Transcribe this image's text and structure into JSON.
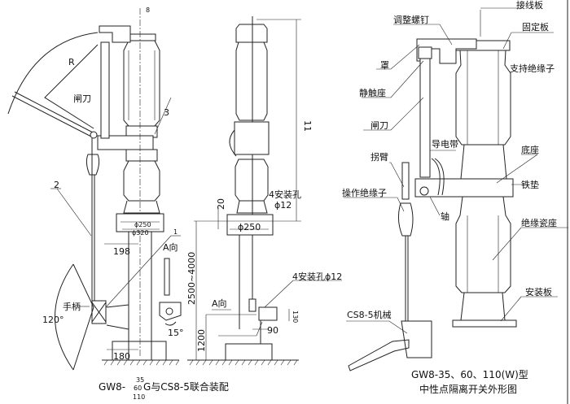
{
  "left_figure": {
    "labels": {
      "R": "R",
      "knife": "闸刀",
      "part3": "3",
      "part2": "2",
      "part1": "1",
      "handle": "手柄",
      "angle120": "120°",
      "angle15": "15°",
      "view_a": "A向",
      "dia250": "ϕ250",
      "dia320": "ϕ320",
      "dim198": "198",
      "dim180": "180"
    },
    "caption_main": "GW8-",
    "caption_top": "35",
    "caption_mid": "60",
    "caption_bottom": "110",
    "caption_rest": "G与CS8-5联合装配"
  },
  "middle_figure": {
    "labels": {
      "dim11": "11",
      "holes_top": "4安装孔",
      "holes_top_dia": "ϕ12",
      "dim20": "20",
      "dia250": "ϕ250",
      "height_range": "2500~4000",
      "holes_bottom": "4安装孔ϕ12",
      "view_a": "A向",
      "dim90": "90",
      "dim130": "130",
      "dim1200": "1200",
      "dim8": "8"
    }
  },
  "right_figure": {
    "labels": {
      "terminal_plate": "接线板",
      "adjust_screw": "调整螺钉",
      "fixing_plate": "固定板",
      "cover": "罩",
      "support_insulator": "支持绝缘子",
      "static_contact_seat": "静触座",
      "knife": "闸刀",
      "conductive_strap": "导电带",
      "crank_arm": "拐臂",
      "base": "底座",
      "iron_pad": "铁垫",
      "operating_insulator": "操作绝缘子",
      "shaft": "轴",
      "porcelain_base": "绝缘瓷座",
      "mounting_plate": "安装板",
      "mechanism": "CS8-5机械"
    },
    "caption_line1": "GW8-35、60、110(W)型",
    "caption_line2": "中性点隔离开关外形图"
  }
}
